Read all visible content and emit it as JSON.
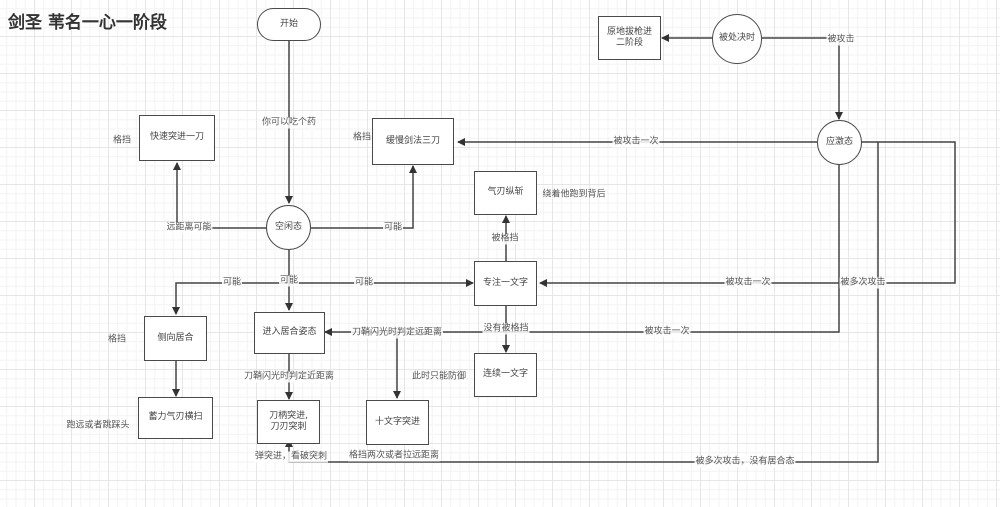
{
  "title": "剑圣 苇名一心一阶段",
  "nodes": {
    "start": "开始",
    "idle": "空闲态",
    "quick_dash": "快速突进一刀",
    "slow_three": "缓慢剑法三刀",
    "execute": "被处决时",
    "phase_two": "原地拔枪进\n二阶段",
    "stress": "应激态",
    "qi_slash": "气刃纵斩",
    "focus": "专注一文字",
    "side_iai": "侧向居合",
    "iai_stance": "进入居合姿态",
    "charged_sweep": "蓄力气刃横扫",
    "hilt_thrust": "刀柄突进,\n刀刃突刺",
    "cross_dash": "十文字突进",
    "consecutive": "连续一文字"
  },
  "edge_labels": {
    "start_to_idle": "你可以吃个药",
    "idle_far": "远距离可能",
    "idle_slow": "可能",
    "idle_side": "可能",
    "idle_iai": "可能",
    "idle_focus": "可能",
    "execute_attacked": "被攻击",
    "stress_slow": "被攻击一次",
    "stress_focus": "被攻击一次",
    "stress_many": "被多次攻击",
    "stress_iai": "被攻击一次",
    "stress_no_iai": "被多次攻击，没有居合态",
    "focus_parried": "被格挡",
    "focus_not_parried": "没有被格挡",
    "iai_near": "刀鞘闪光时判定近距离",
    "iai_far": "刀鞘闪光时判定远距离",
    "parry_twice": "格挡两次或者拉远距离",
    "deflect": "弹突进，看破突刺"
  },
  "side_notes": {
    "quick_dash_parry": "格挡",
    "slow_three_parry": "格挡",
    "side_iai_parry": "格挡",
    "qi_slash_tip": "绕着他跑到背后",
    "sweep_tip": "跑远或者跳踩头",
    "cross_tip": "此时只能防御"
  }
}
